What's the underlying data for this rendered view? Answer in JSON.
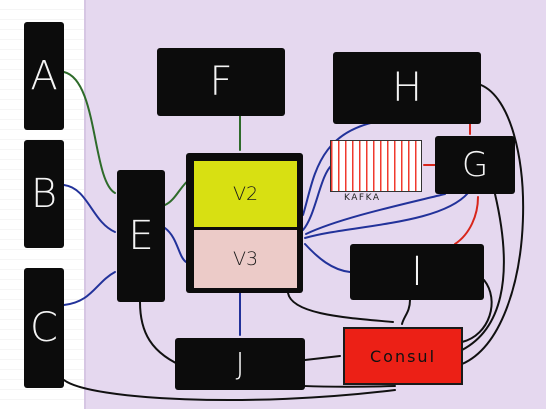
{
  "diagram": {
    "nodes": {
      "a": "A",
      "b": "B",
      "c": "C",
      "e": "E",
      "f": "F",
      "h": "H",
      "g": "G",
      "i": "I",
      "j": "J",
      "v2": "V2",
      "v3": "V3",
      "kafka": "KAFKA",
      "consul": "Consul"
    },
    "colors": {
      "box": "#0c0c0c",
      "background": "#e5d8ef",
      "v2": "#d8e012",
      "v3": "#eccbc8",
      "consul": "#ec2016",
      "arrow_dark": "#111111",
      "arrow_blue": "#22329a",
      "arrow_green": "#2e6b2a",
      "arrow_red": "#d8261b"
    }
  }
}
